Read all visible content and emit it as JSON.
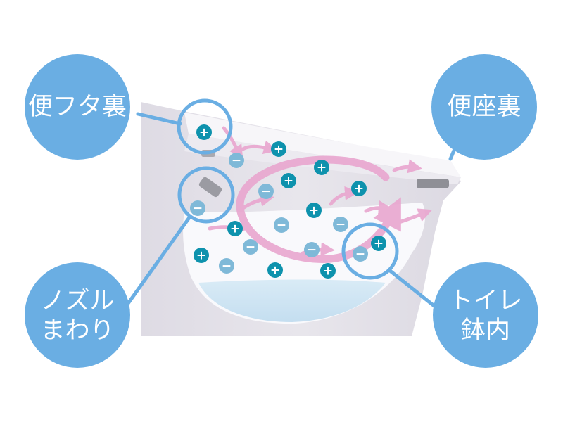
{
  "callouts": {
    "lid_underside": {
      "label": "便フタ裏"
    },
    "seat_underside": {
      "label": "便座裏"
    },
    "nozzle_area": {
      "line1": "ノズル",
      "line2": "まわり"
    },
    "toilet_bowl": {
      "line1": "トイレ",
      "line2": "鉢内"
    }
  },
  "ions": {
    "positive": {
      "symbol": "+",
      "color": "#0e92ad"
    },
    "negative": {
      "symbol": "−",
      "color": "#7fb9d8"
    }
  },
  "colors": {
    "callout_fill": "#6aaee3",
    "callout_ring": "#6aaee3",
    "airflow_arrow": "#e9a6cf",
    "toilet_body": "#e5e3ea",
    "water": "#cfe5f3"
  }
}
